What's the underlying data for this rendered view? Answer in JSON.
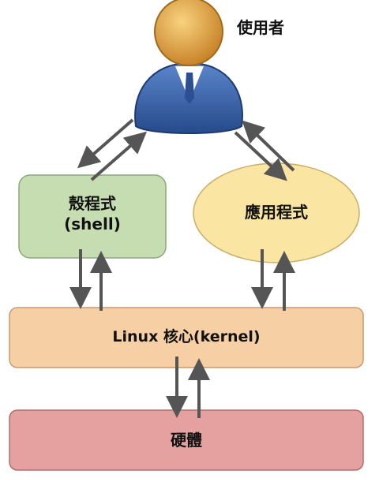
{
  "nodes": {
    "user": {
      "label": "使用者"
    },
    "shell": {
      "line1": "殼程式",
      "line2": "(shell)"
    },
    "application": {
      "label": "應用程式"
    },
    "kernel": {
      "label": "Linux 核心(kernel)"
    },
    "hardware": {
      "label": "硬體"
    }
  },
  "colors": {
    "shell_fill": "#c5ddb0",
    "shell_stroke": "#8ca878",
    "app_fill": "#fbe5a3",
    "app_stroke": "#c9b06a",
    "kernel_fill": "#f7cfa4",
    "kernel_stroke": "#c99a70",
    "hardware_fill": "#e4a1a0",
    "hardware_stroke": "#b06f6e",
    "arrow": "#555555",
    "user_head": "#e6a84a",
    "user_body": "#3b62a8"
  }
}
